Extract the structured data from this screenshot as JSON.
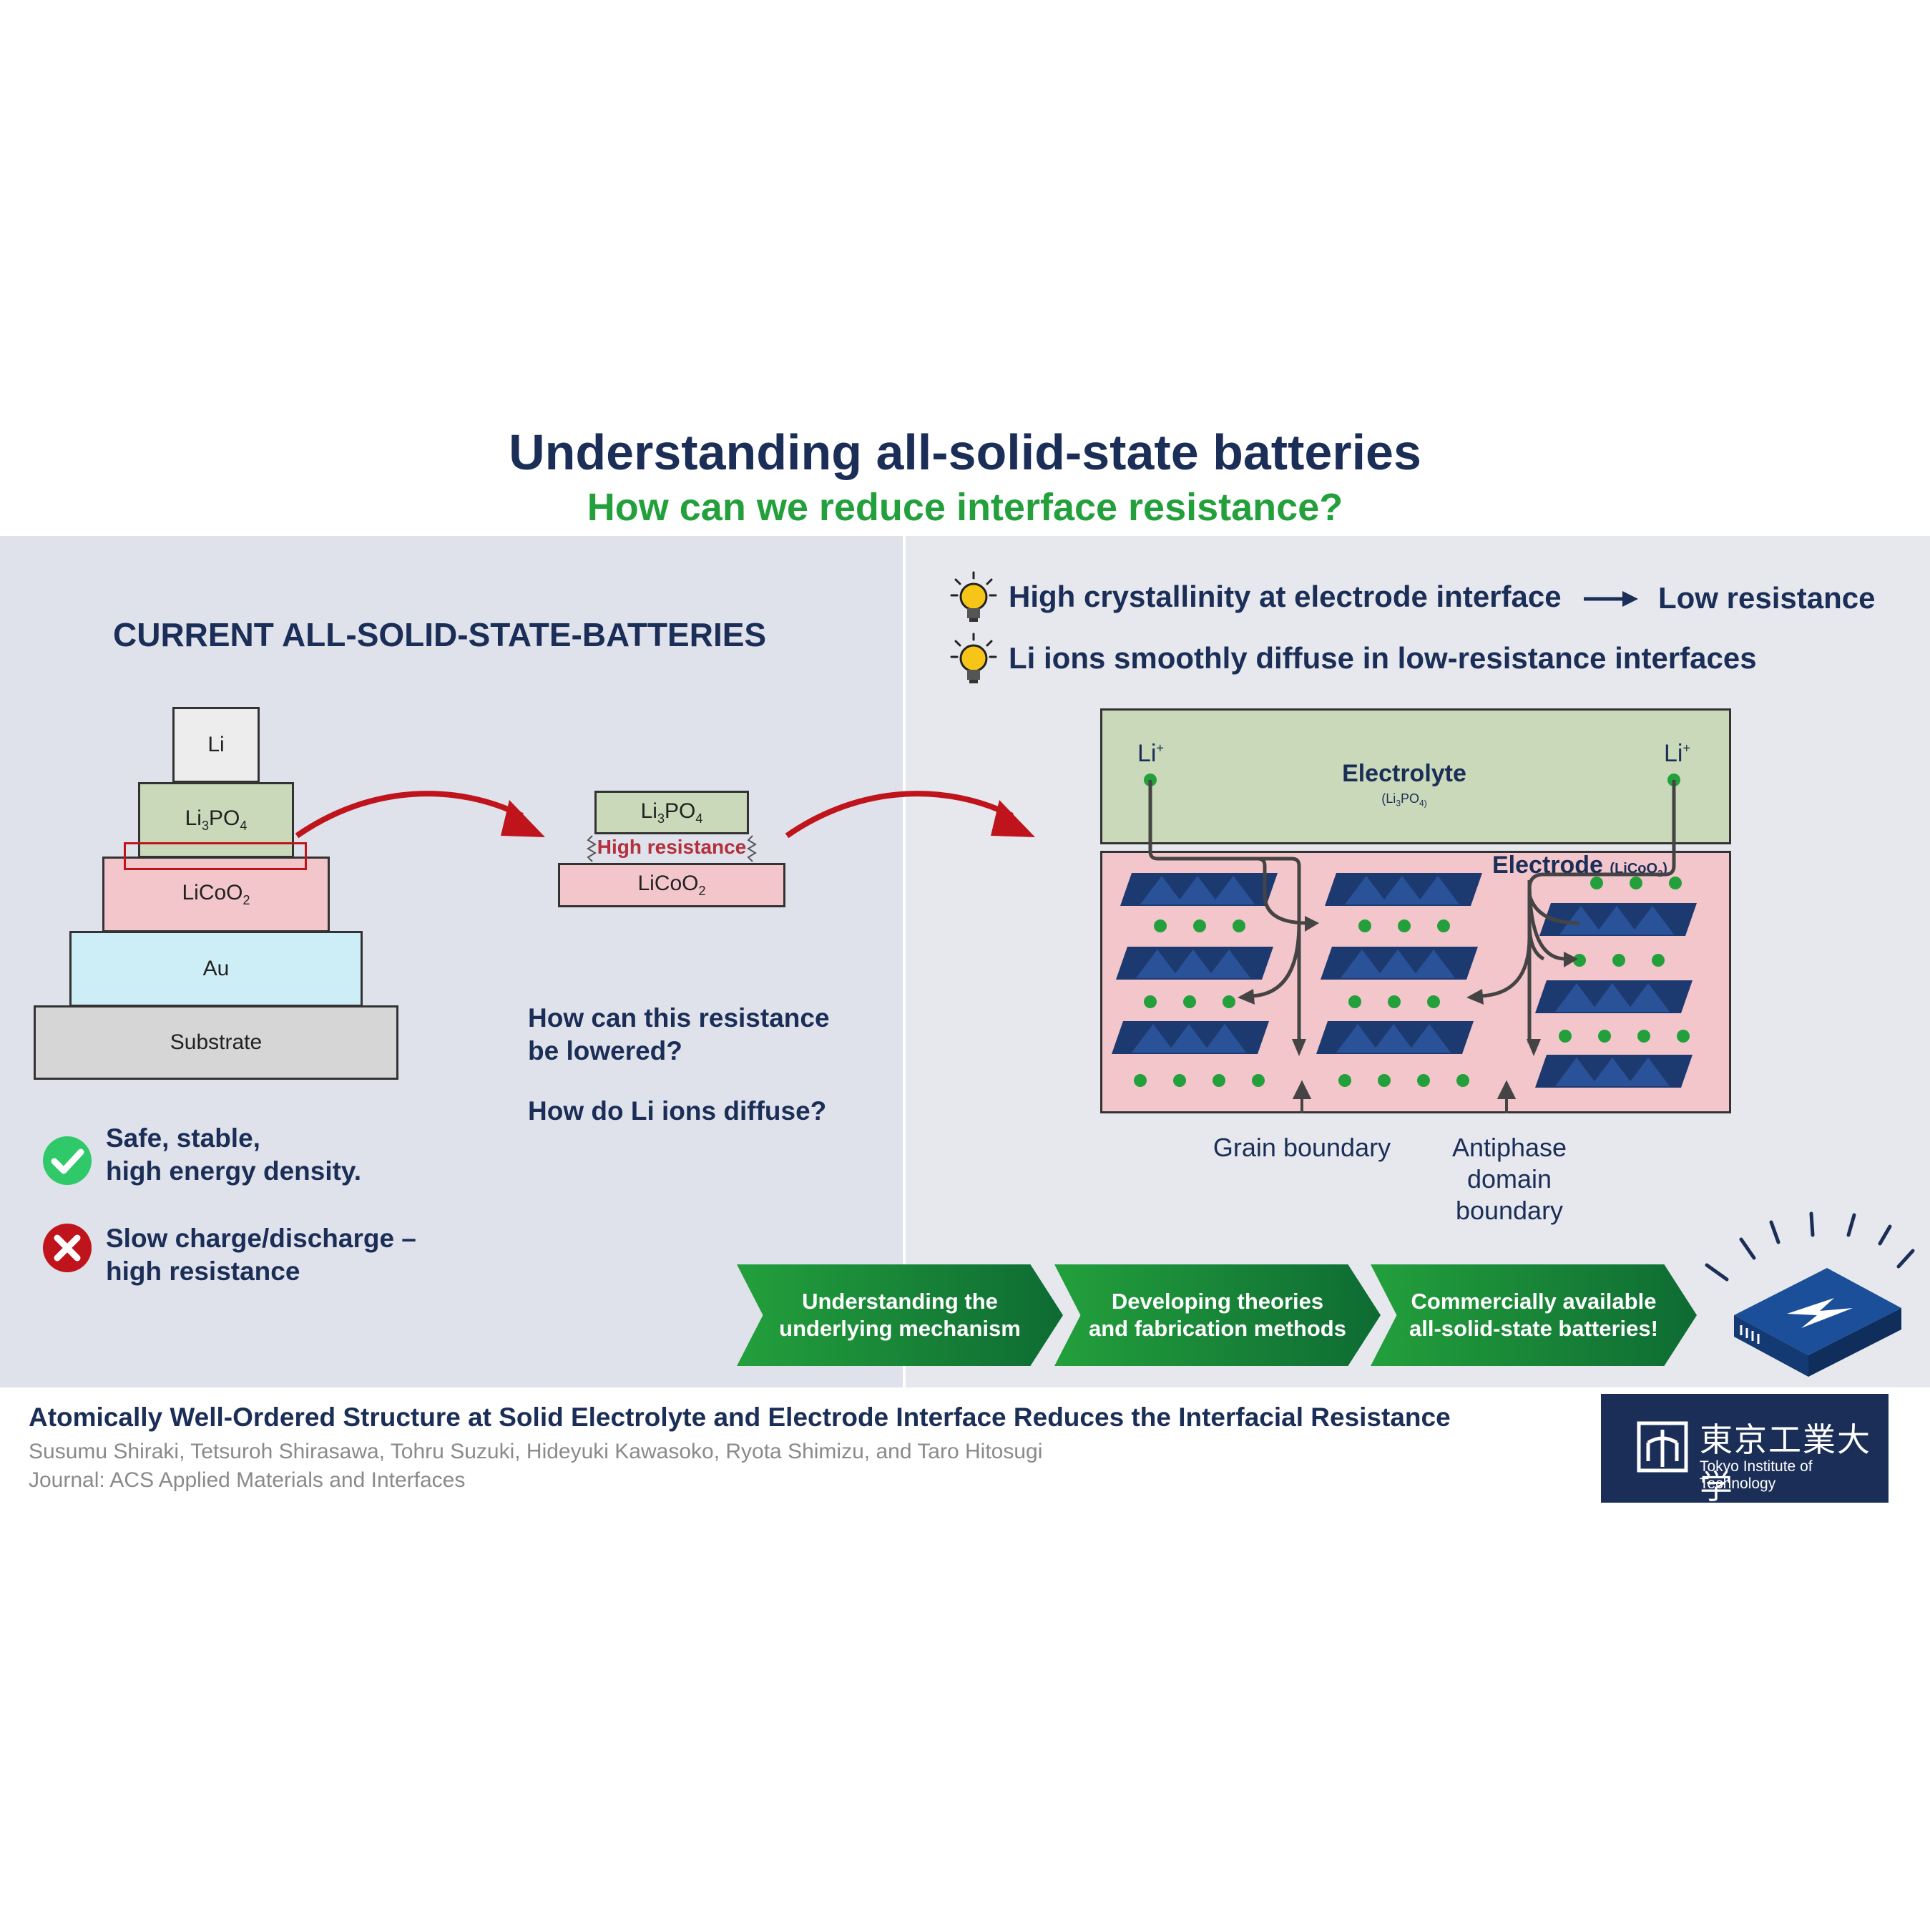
{
  "header": {
    "title": "Understanding all-solid-state batteries",
    "subtitle": "How can we reduce interface resistance?"
  },
  "left_panel": {
    "heading": "CURRENT ALL-SOLID-STATE-BATTERIES",
    "stack": {
      "li": "Li",
      "li3po4": "Li",
      "li3po4_sub": "3",
      "li3po4_tail": "PO",
      "li3po4_sub2": "4",
      "licoo2": "LiCoO",
      "licoo2_sub": "2",
      "au": "Au",
      "substrate": "Substrate"
    },
    "zoom": {
      "top": "Li",
      "top_sub": "3",
      "top_tail": "PO",
      "top_sub2": "4",
      "middle": "High resistance",
      "bottom": "LiCoO",
      "bottom_sub": "2"
    },
    "questions": {
      "q1_line1": "How can this resistance",
      "q1_line2": "be lowered?",
      "q2": "How do Li ions diffuse?"
    },
    "pros": {
      "line1": "Safe, stable,",
      "line2": "high energy density.",
      "icon": "check-icon"
    },
    "cons": {
      "line1": "Slow charge/discharge –",
      "line2": "high resistance",
      "icon": "cross-icon"
    }
  },
  "right_panel": {
    "bullets": [
      {
        "text": "High crystallinity at electrode interface",
        "result": "Low resistance",
        "icon": "lightbulb-icon"
      },
      {
        "text": "Li ions smoothly diffuse in low-resistance interfaces",
        "icon": "lightbulb-icon"
      }
    ],
    "diagram": {
      "electrolyte": "Electrolyte",
      "electrolyte_formula": "(Li",
      "electrolyte_sub": "3",
      "electrolyte_tail": "PO",
      "electrolyte_sub2": "4)",
      "electrode": "Electrode",
      "electrode_formula": "(LiCoO",
      "electrode_sub": "2",
      "electrode_tail": ")",
      "li_ion_left": "Li",
      "li_ion_right": "Li",
      "li_charge": "+",
      "grain_boundary": "Grain boundary",
      "antiphase_line1": "Antiphase",
      "antiphase_line2": "domain",
      "antiphase_line3": "boundary"
    }
  },
  "steps": [
    {
      "line1": "Understanding the",
      "line2": "underlying mechanism"
    },
    {
      "line1": "Developing theories",
      "line2": "and fabrication methods"
    },
    {
      "line1": "Commercially available",
      "line2": "all-solid-state batteries!"
    }
  ],
  "footer": {
    "paper_title": "Atomically Well-Ordered Structure at Solid Electrolyte and Electrode Interface Reduces the Interfacial Resistance",
    "authors": "Susumu Shiraki, Tetsuroh Shirasawa, Tohru Suzuki, Hideyuki Kawasoko, Ryota Shimizu, and Taro Hitosugi",
    "journal": "Journal: ACS Applied Materials and Interfaces",
    "logo_jp": "東京工業大学",
    "logo_en": "Tokyo Institute of Technology"
  },
  "colors": {
    "navy": "#1b2e57",
    "green": "#23a03c",
    "red": "#c0141c",
    "electrolyte": "#c9d9b9",
    "electrode": "#f3c6cc",
    "au": "#cdeef6",
    "substrate": "#d6d6d6",
    "ion": "#23a03c"
  }
}
